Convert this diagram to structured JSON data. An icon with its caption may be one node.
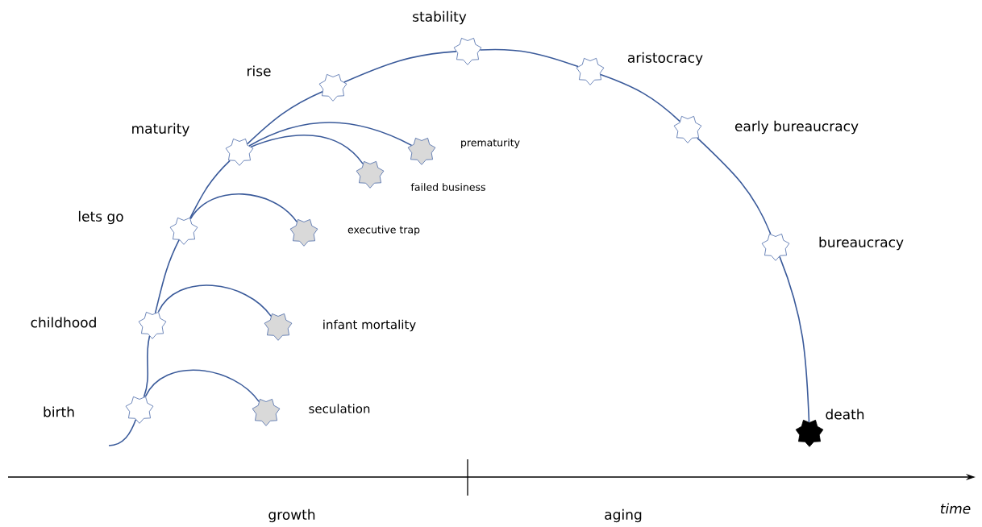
{
  "diagram": {
    "nodes": [
      {
        "text": [],
        "shape": "star",
        "beside": [
          "birth"
        ]
      },
      {
        "text": [],
        "shape": "star",
        "beside": [
          "childhood"
        ]
      },
      {
        "text": [],
        "shape": "star",
        "beside": [
          "lets go"
        ]
      },
      {
        "text": [],
        "shape": "star",
        "beside": [
          "maturity"
        ]
      },
      {
        "text": [],
        "shape": "star",
        "beside": [
          "rise"
        ]
      },
      {
        "text": [],
        "shape": "star",
        "beside": [
          "stability"
        ]
      },
      {
        "text": [],
        "shape": "star",
        "beside": [
          "aristocracy"
        ]
      },
      {
        "text": [],
        "shape": "star",
        "beside": [
          "early bureaucracy"
        ]
      },
      {
        "text": [],
        "shape": "star",
        "beside": [
          "bureaucracy"
        ]
      },
      {
        "text": [],
        "shape": "star",
        "beside": [
          "death"
        ]
      },
      {
        "text": [],
        "shape": "star",
        "beside": [
          "seculation"
        ]
      },
      {
        "text": [],
        "shape": "star",
        "beside": [
          "infant mortality"
        ]
      },
      {
        "text": [],
        "shape": "star",
        "beside": [
          "executive trap"
        ]
      },
      {
        "text": [],
        "shape": "star",
        "beside": [
          "failed business"
        ]
      },
      {
        "text": [],
        "shape": "star",
        "beside": [
          "prematurity"
        ]
      }
    ],
    "edges": [
      {
        "from": null,
        "to": 0,
        "arrow": "none"
      },
      {
        "from": 0,
        "to": 1,
        "arrow": "none"
      },
      {
        "from": 1,
        "to": 2,
        "arrow": "none"
      },
      {
        "from": 2,
        "to": 3,
        "arrow": "none"
      },
      {
        "from": 3,
        "to": 4,
        "arrow": "none"
      },
      {
        "from": 4,
        "to": 5,
        "arrow": "none"
      },
      {
        "from": 5,
        "to": 6,
        "arrow": "none"
      },
      {
        "from": 6,
        "to": 7,
        "arrow": "none"
      },
      {
        "from": 7,
        "to": 8,
        "arrow": "none"
      },
      {
        "from": 8,
        "to": 9,
        "arrow": "none"
      },
      {
        "from": 0,
        "to": 10,
        "arrow": "none"
      },
      {
        "from": 1,
        "to": 11,
        "arrow": "none"
      },
      {
        "from": 2,
        "to": 12,
        "arrow": "none"
      },
      {
        "from": 3,
        "to": 13,
        "arrow": "none"
      },
      {
        "from": 3,
        "to": 14,
        "arrow": "none"
      }
    ],
    "labels": [
      "growth",
      "aging",
      "time"
    ]
  }
}
